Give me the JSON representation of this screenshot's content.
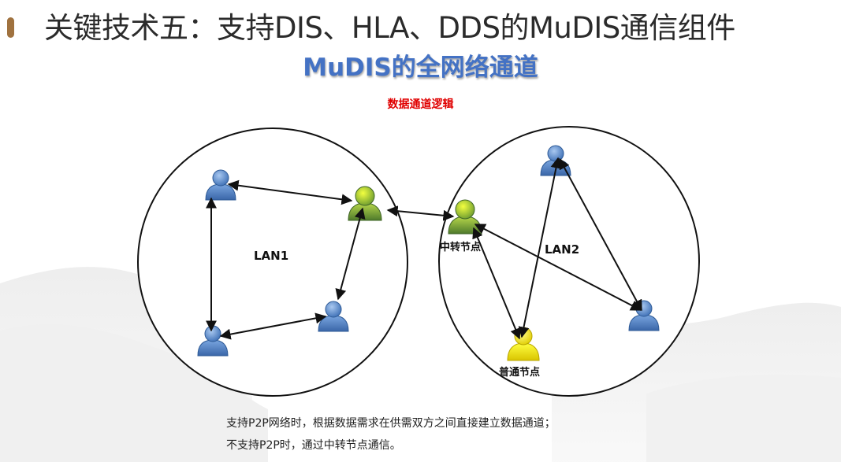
{
  "slide": {
    "title": "关键技术五：支持DIS、HLA、DDS的MuDIS通信组件",
    "subtitle": "MuDIS的全网络通道",
    "section_label": "数据通道逻辑"
  },
  "diagram": {
    "lan1_label": "LAN1",
    "lan2_label": "LAN2",
    "relay_node_label": "中转节点",
    "normal_node_label": "普通节点"
  },
  "notes": [
    "支持P2P网络时，根据数据需求在供需双方之间直接建立数据通道；",
    "不支持P2P时，通过中转节点通信。"
  ],
  "colors": {
    "title_accent": "#a0723f",
    "subtitle": "#4472c4",
    "section_label": "#e00000",
    "user_blue": "#5b8fd6",
    "relay_green": "#8fbf3a",
    "normal_yellow": "#f5e700"
  }
}
